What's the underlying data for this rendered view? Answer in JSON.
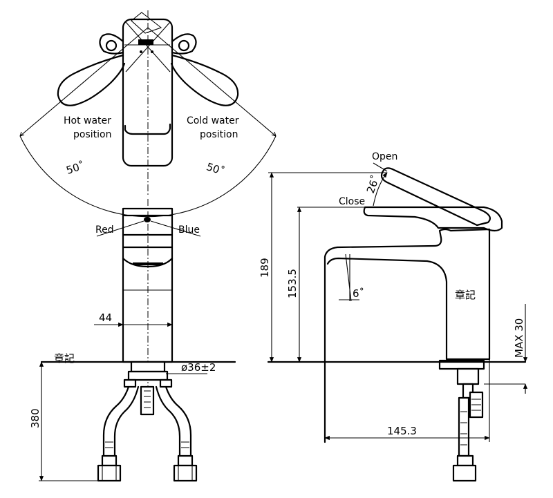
{
  "top_view": {
    "hot_label_line1": "Hot water",
    "hot_label_line2": "position",
    "cold_label_line1": "Cold water",
    "cold_label_line2": "position",
    "hot_angle": "50˚",
    "cold_angle": "50˚"
  },
  "front_view": {
    "red_label": "Red",
    "blue_label": "Blue",
    "width_dim": "44",
    "diameter_dim": "ø36±2",
    "hose_length_dim": "380"
  },
  "side_view": {
    "open_label": "Open",
    "close_label": "Close",
    "open_angle": "26˚",
    "spout_angle": "6˚",
    "total_height_dim": "189",
    "spout_height_dim": "153.5",
    "max_deck_dim": "MAX 30",
    "reach_dim": "145.3"
  },
  "watermarks": [
    "章記",
    "章記"
  ]
}
